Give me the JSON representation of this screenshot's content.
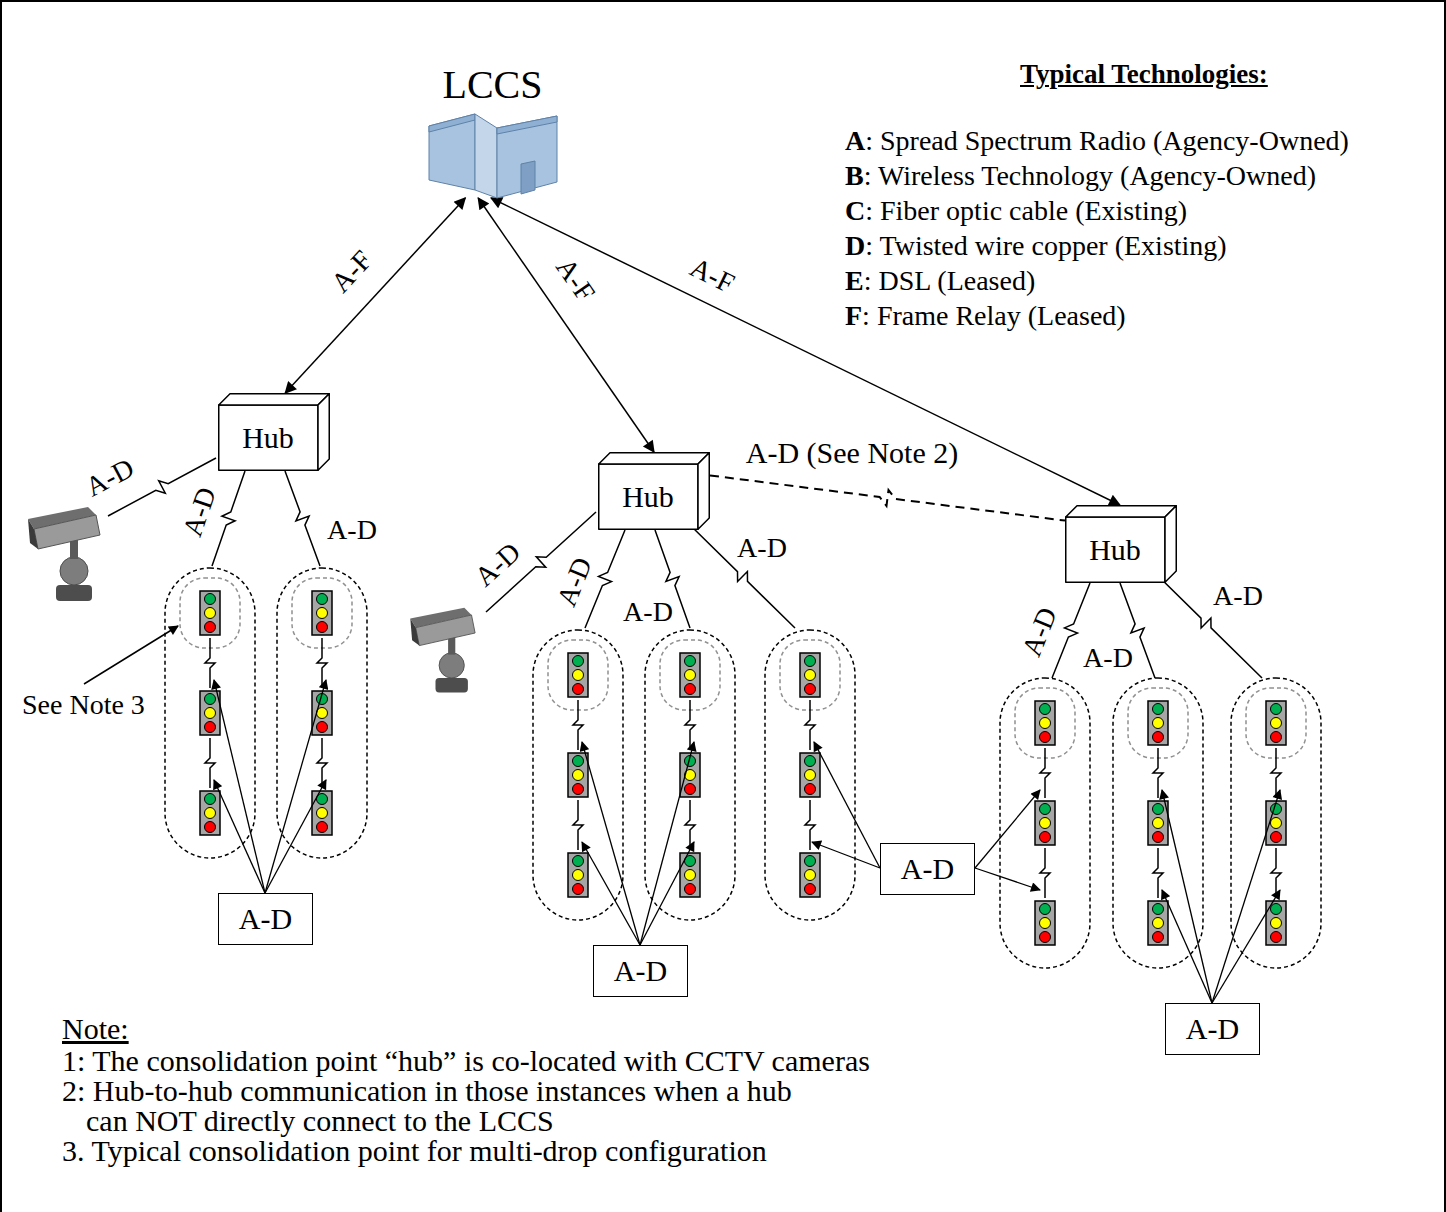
{
  "diagram": {
    "nodes": [
      {
        "text": [
          "LCCS"
        ]
      },
      {
        "text": [
          "Hub"
        ]
      },
      {
        "text": [
          "Hub"
        ]
      },
      {
        "text": [
          "Hub"
        ]
      },
      {
        "text": [
          "A-D"
        ]
      },
      {
        "text": [
          "A-D"
        ]
      },
      {
        "text": [
          "A-D"
        ]
      },
      {
        "text": [
          "A-D"
        ]
      }
    ],
    "edges": [
      {
        "from": 0,
        "to": 1,
        "arrow": "both",
        "label": "A-F"
      },
      {
        "from": 0,
        "to": 2,
        "arrow": "both",
        "label": "A-F"
      },
      {
        "from": 0,
        "to": 3,
        "arrow": "both",
        "label": "A-F"
      },
      {
        "from": 2,
        "to": 3,
        "arrow": "none",
        "label": "A-D (See Note 2)"
      }
    ],
    "labels": [
      "Typical Technologies:",
      "A",
      ": Spread Spectrum Radio (Agency-Owned)",
      "B",
      ": Wireless Technology (Agency-Owned)",
      "C",
      ": Fiber optic cable (Existing)",
      "D",
      ": Twisted wire copper (Existing)",
      "E",
      ": DSL (Leased)",
      "F",
      ": Frame Relay (Leased)",
      "A-D",
      "A-D",
      "A-D",
      "A-D",
      "A-D",
      "A-D",
      "A-D",
      "A-D",
      "A-D",
      "A-D",
      "See Note 3",
      "Note:",
      "1: The consolidation point “hub” is co-located with CCTV cameras",
      "2: Hub-to-hub communication in those instances when a hub can NOT directly connect to the LCCS",
      "3. Typical consolidation point for multi-drop configuration"
    ]
  }
}
